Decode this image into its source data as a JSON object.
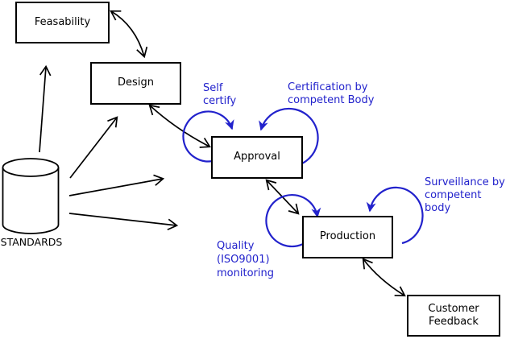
{
  "diagram": {
    "title": "Product lifecycle / standards conformity diagram",
    "nodes": {
      "feasability": {
        "label": "Feasability"
      },
      "design": {
        "label": "Design"
      },
      "approval": {
        "label": "Approval"
      },
      "production": {
        "label": "Production"
      },
      "customer_feedback": {
        "label": "Customer\nFeedback"
      }
    },
    "datastore": {
      "label": "STANDARDS",
      "shape": "cylinder"
    },
    "annotations": {
      "self_certify": {
        "label": "Self\ncertify"
      },
      "certification": {
        "label": "Certification by\ncompetent Body"
      },
      "surveillance": {
        "label": "Surveillance by\ncompetent body"
      },
      "quality": {
        "label": "Quality\n(ISO9001)\nmonitoring"
      }
    },
    "edges": [
      {
        "from": "feasability",
        "to": "design",
        "bidirectional": true
      },
      {
        "from": "design",
        "to": "approval",
        "bidirectional": true
      },
      {
        "from": "approval",
        "to": "production",
        "bidirectional": true
      },
      {
        "from": "production",
        "to": "customer_feedback",
        "bidirectional": true
      },
      {
        "from": "standards",
        "to": "feasability",
        "bidirectional": false
      },
      {
        "from": "standards",
        "to": "design",
        "bidirectional": false
      },
      {
        "from": "standards",
        "to": "approval",
        "bidirectional": false
      },
      {
        "from": "standards",
        "to": "production",
        "bidirectional": false
      },
      {
        "loop_on": "approval",
        "side": "left",
        "label": "self_certify"
      },
      {
        "loop_on": "approval",
        "side": "right",
        "label": "certification"
      },
      {
        "loop_on": "production",
        "side": "left",
        "label": "quality"
      },
      {
        "loop_on": "production",
        "side": "right",
        "label": "surveillance"
      }
    ],
    "colors": {
      "line": "#000000",
      "annotation_blue": "#2222CC",
      "background": "#FFFFFF"
    }
  }
}
